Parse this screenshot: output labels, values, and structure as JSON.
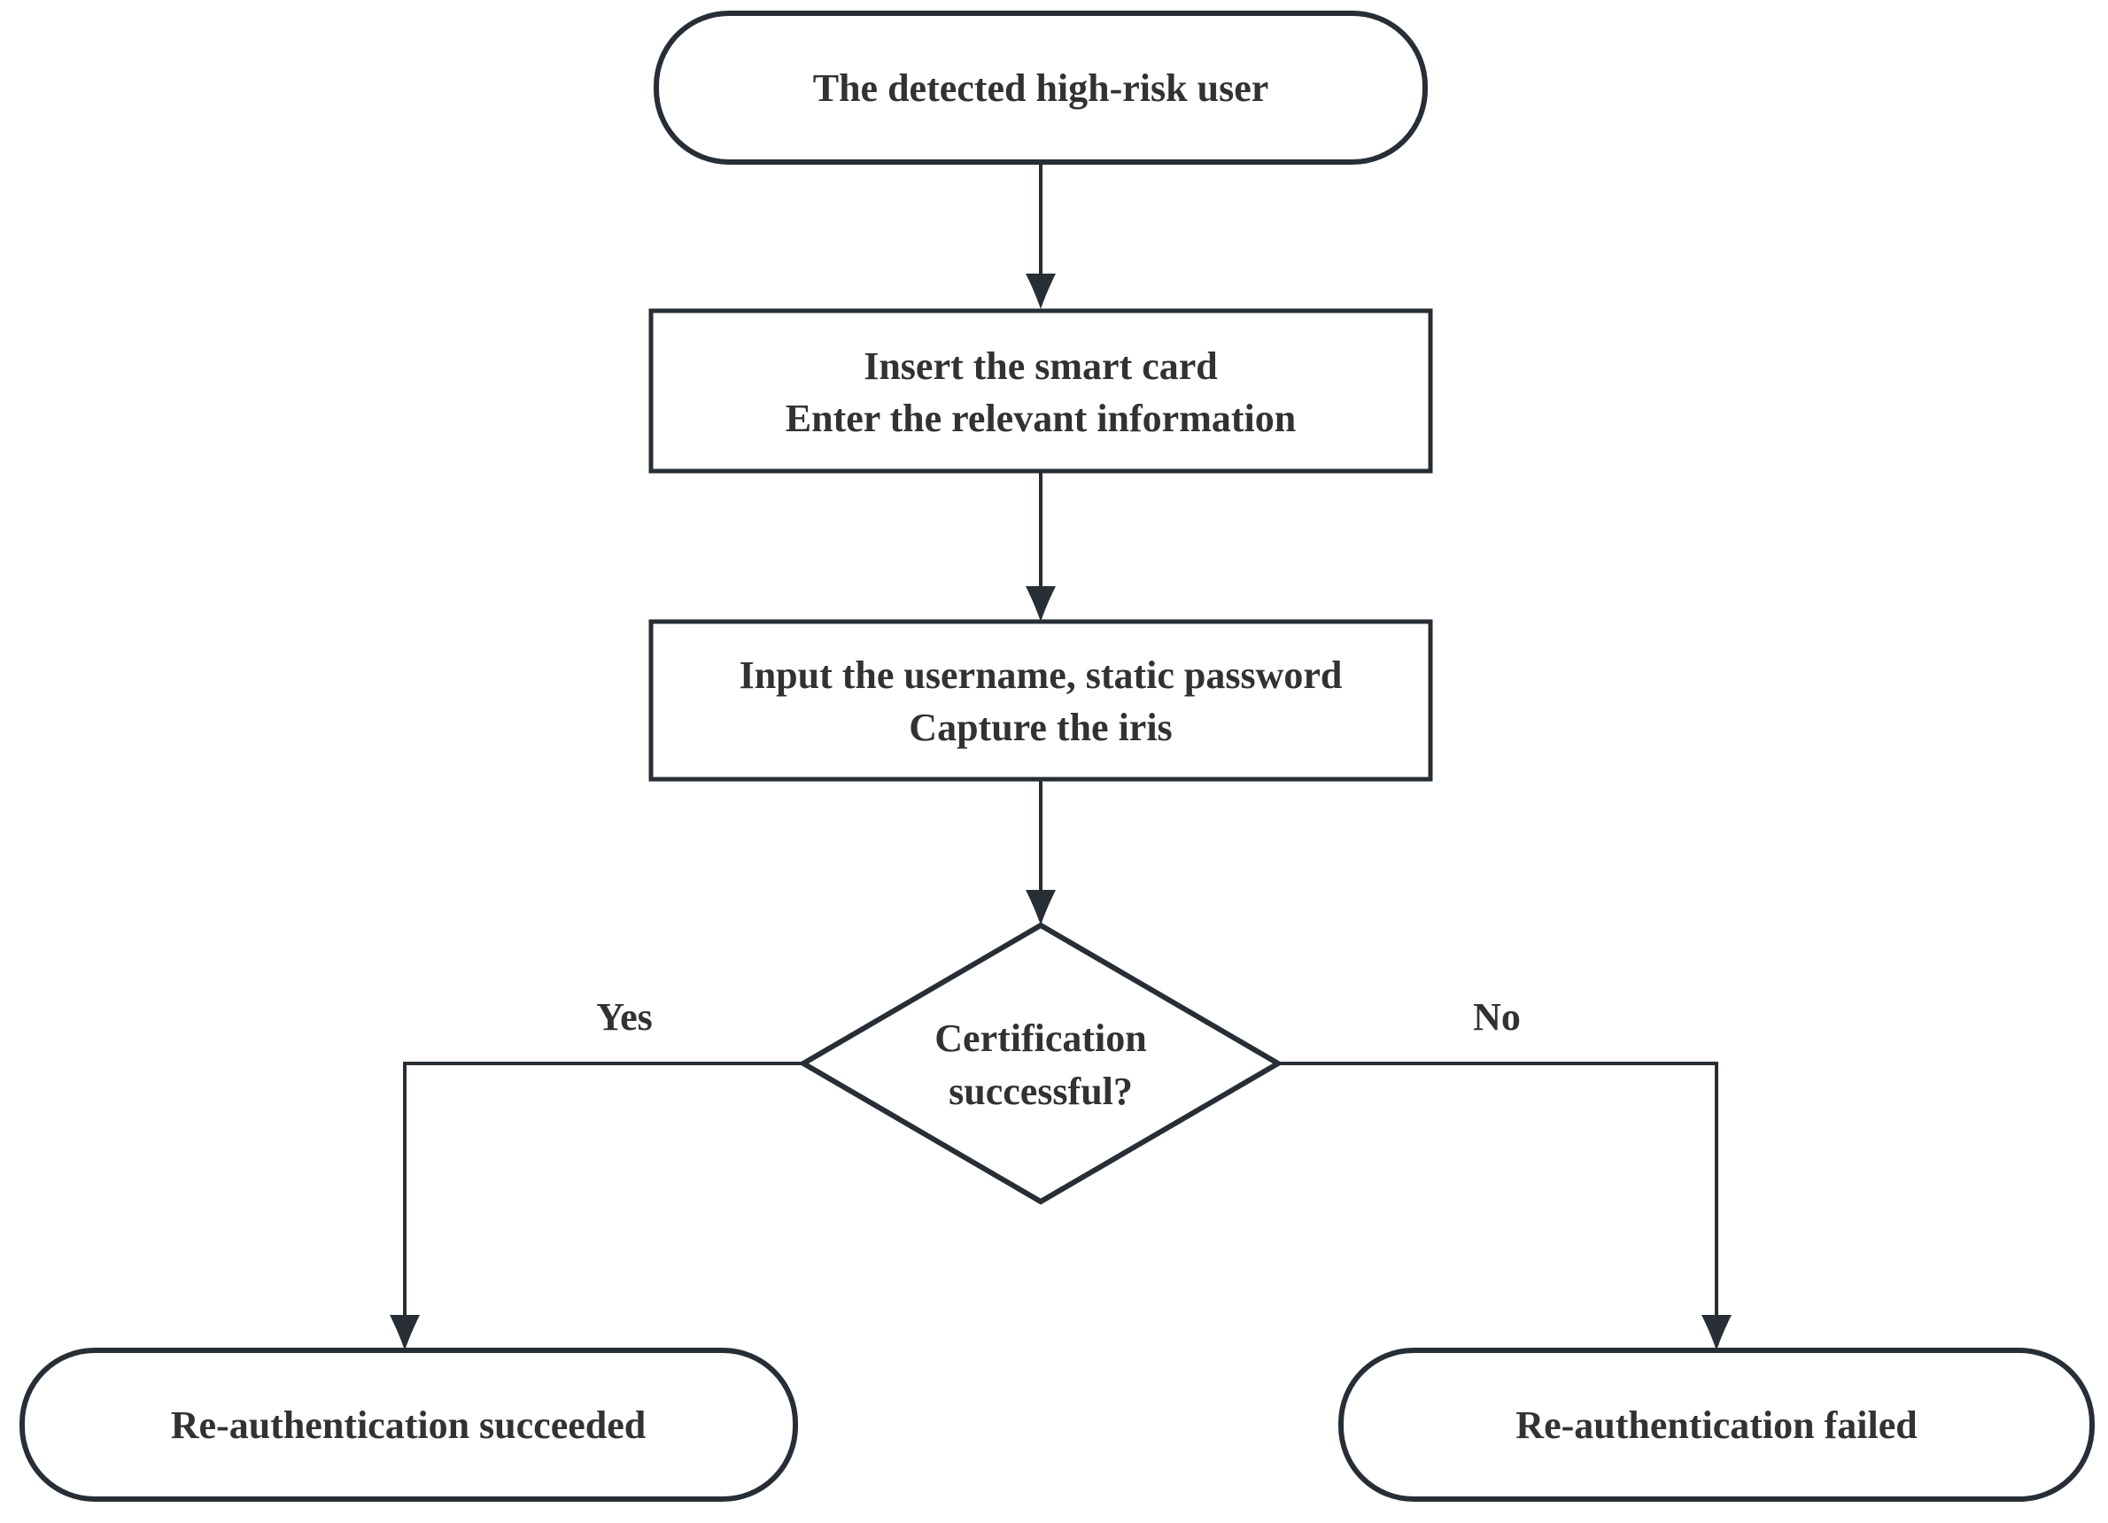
{
  "diagram": {
    "title_hint": "Re-authentication flow for detected high-risk user",
    "colors": {
      "shape_stroke": "#272e35",
      "text": "#323232",
      "background": "#ffffff"
    },
    "nodes": {
      "start": {
        "type": "terminator",
        "label": "The detected high-risk user"
      },
      "insert": {
        "type": "process",
        "line1": "Insert the smart card",
        "line2": "Enter the relevant information"
      },
      "input": {
        "type": "process",
        "line1": "Input the username, static password",
        "line2": "Capture the iris"
      },
      "decision": {
        "type": "decision",
        "line1": "Certification",
        "line2": "successful?"
      },
      "success": {
        "type": "terminator",
        "label": "Re-authentication succeeded"
      },
      "failure": {
        "type": "terminator",
        "label": "Re-authentication failed"
      }
    },
    "branch_labels": {
      "yes": "Yes",
      "no": "No"
    }
  }
}
